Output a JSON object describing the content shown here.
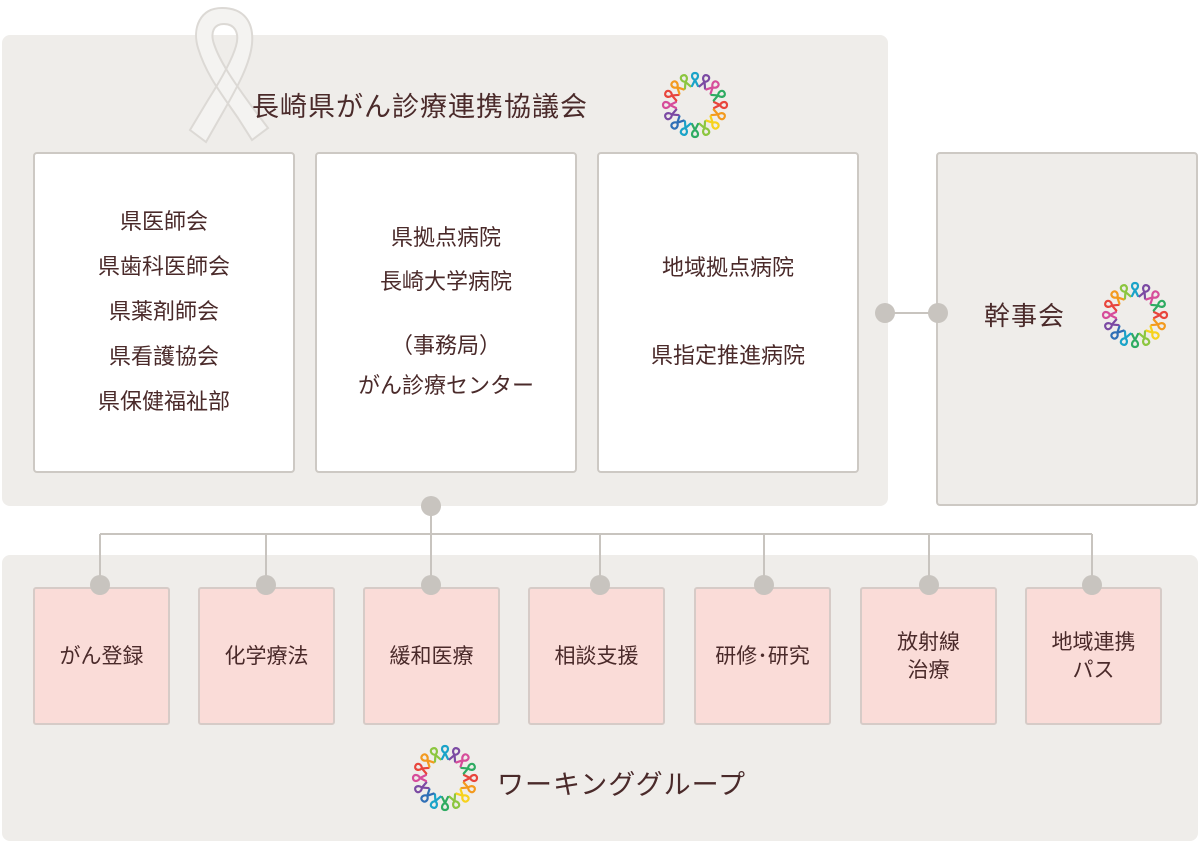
{
  "council": {
    "title": "長崎県がん診療連携協議会",
    "box1": [
      "県医師会",
      "県歯科医師会",
      "県薬剤師会",
      "県看護協会",
      "県保健福祉部"
    ],
    "box2": {
      "lines": [
        "県拠点病院",
        "長崎大学病院"
      ],
      "secretariat_label": "（事務局）",
      "secretariat": "がん診療センター"
    },
    "box3": [
      "地域拠点病院",
      "県指定推進病院"
    ]
  },
  "executive": {
    "title": "幹事会"
  },
  "working_group": {
    "title": "ワーキンググループ",
    "items": [
      [
        "がん登録"
      ],
      [
        "化学療法"
      ],
      [
        "緩和医療"
      ],
      [
        "相談支援"
      ],
      [
        "研修･研究"
      ],
      [
        "放射線",
        "治療"
      ],
      [
        "地域連携",
        "パス"
      ]
    ]
  },
  "colors": {
    "panel": "#efedea",
    "box_border": "#cdc9c4",
    "wg_fill": "#fadcd8",
    "connector": "#c8c4bf",
    "text": "#4a2a2a"
  },
  "icons": [
    "white-ribbon-icon",
    "ribbon-ring-icon"
  ]
}
